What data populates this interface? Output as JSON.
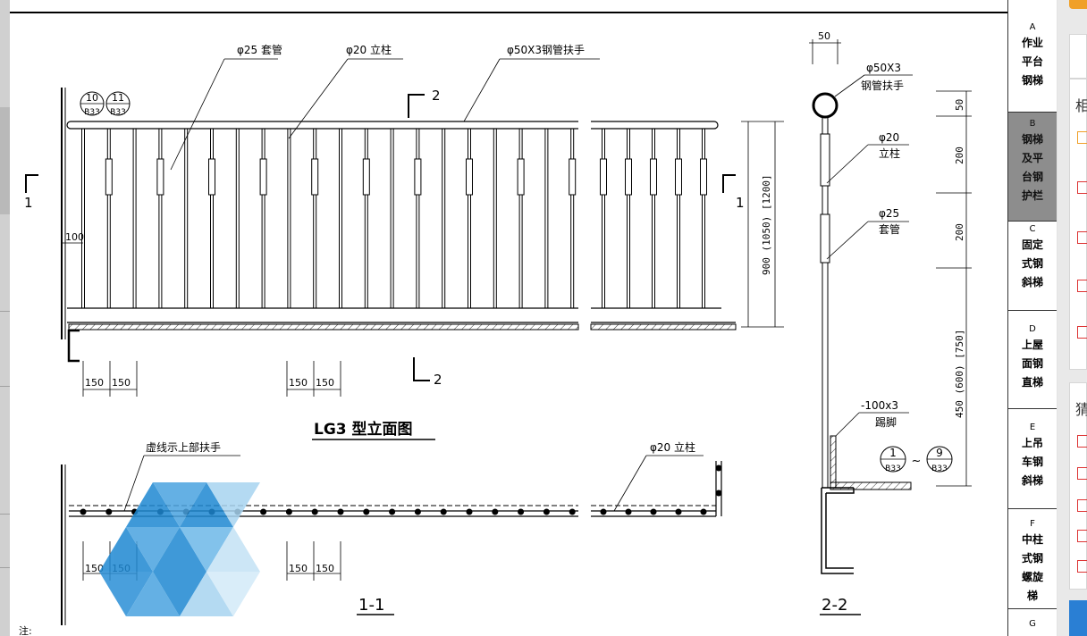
{
  "drawing": {
    "elevation": {
      "sleeve_label": "φ25 套管",
      "post_label": "φ20 立柱",
      "handrail_label": "φ50X3钢管扶手",
      "section_1_mark": "1",
      "section_2_mark": "2",
      "detail_ref_a": "10",
      "detail_ref_b": "11",
      "detail_ref_sheet": "B33",
      "dim_100": "100",
      "dim_height": "900 (1050) [1200]",
      "dim_150": "150",
      "title": "LG3 型立面图"
    },
    "plan": {
      "dashed_note": "虚线示上部扶手",
      "post_label": "φ20 立柱",
      "title": "1-1"
    },
    "section": {
      "dim_50_top": "50",
      "handrail_label_1": "φ50X3",
      "handrail_label_2": "钢管扶手",
      "post_label_1": "φ20",
      "post_label_2": "立柱",
      "sleeve_label_1": "φ25",
      "sleeve_label_2": "套管",
      "toe_label_1": "-100x3",
      "toe_label_2": "踢脚",
      "dim_50": "50",
      "dim_200a": "200",
      "dim_200b": "200",
      "dim_lower": "450 (600) [750]",
      "ref_from": "1",
      "ref_to": "9",
      "ref_sheet": "B33",
      "ref_sep": "~",
      "title": "2-2"
    },
    "note": "注:"
  },
  "side_index": [
    {
      "code": "A",
      "label": "作业平台钢梯"
    },
    {
      "code": "B",
      "label": "钢梯及平台钢护栏"
    },
    {
      "code": "C",
      "label": "固定式钢斜梯"
    },
    {
      "code": "D",
      "label": "上屋面钢直梯"
    },
    {
      "code": "E",
      "label": "上吊车钢斜梯"
    },
    {
      "code": "F",
      "label": "中柱式钢螺旋梯"
    },
    {
      "code": "G",
      "label": ""
    }
  ],
  "right_panel": {
    "card1_title": "相",
    "card2_title": "猜"
  },
  "colors": {
    "accent_orange": "#f0a028",
    "checkbox_red": "#d33333",
    "watermark_blue": "#1e88d2",
    "active_index_bg": "#8d8d8d"
  }
}
